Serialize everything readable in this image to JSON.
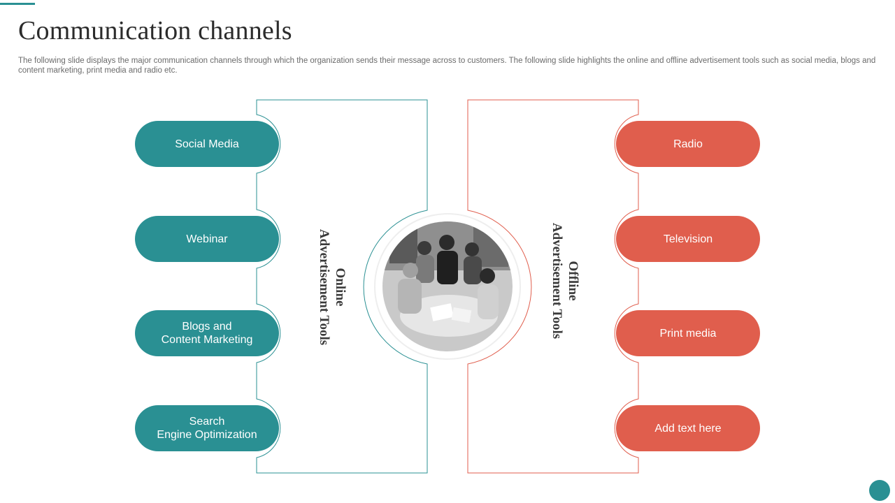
{
  "title": "Communication channels",
  "subtitle": "The following slide displays the major communication channels through which the organization sends their message across to customers. The following slide highlights the online and offline advertisement tools such as social media, blogs and content marketing, print media and radio etc.",
  "online": {
    "label": "Online\nAdvertisement Tools",
    "items": [
      {
        "label": "Social Media"
      },
      {
        "label": "Webinar"
      },
      {
        "label": "Blogs and\nContent Marketing"
      },
      {
        "label": "Search\nEngine Optimization"
      }
    ]
  },
  "offline": {
    "label": "Offline\nAdvertisement Tools",
    "items": [
      {
        "label": "Radio"
      },
      {
        "label": "Television"
      },
      {
        "label": "Print media"
      },
      {
        "label": "Add text here"
      }
    ]
  },
  "colors": {
    "teal": "#2a9093",
    "coral": "#e05e4d",
    "text_dark": "#2b2b2b",
    "text_muted": "#6b6b6b"
  }
}
